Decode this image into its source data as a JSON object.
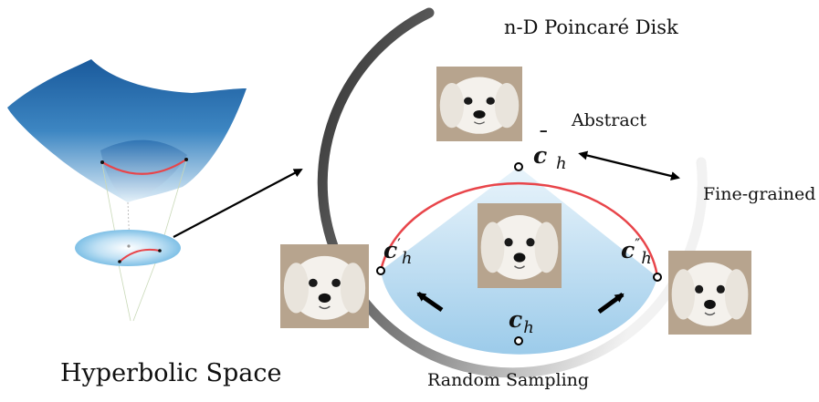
{
  "left": {
    "title": "Hyperbolic Space"
  },
  "disk": {
    "title": "n-D Poincaré Disk",
    "abstract_label": "Abstract",
    "finegrained_label": "Fine-grained",
    "random_sampling_label": "Random Sampling"
  },
  "points": {
    "c_bar": {
      "base": "c",
      "sub": "h",
      "mark": "¯"
    },
    "c_prime": {
      "base": "c",
      "sub": "h",
      "mark": "′"
    },
    "c_dprime": {
      "base": "c",
      "sub": "h",
      "mark": "″"
    },
    "c_center": {
      "base": "c",
      "sub": "h"
    }
  },
  "images": {
    "top": "dog-photo-abstract",
    "center": "dog-photo-center",
    "left": "dog-photo-left",
    "right": "dog-photo-right"
  },
  "colors": {
    "geodesic": "#e8454a",
    "surface_top": "#1f5fa0",
    "surface_bottom": "#d7ebf7",
    "disk_edge": "#4a4a4a",
    "fill_light": "#cfe6f6"
  }
}
